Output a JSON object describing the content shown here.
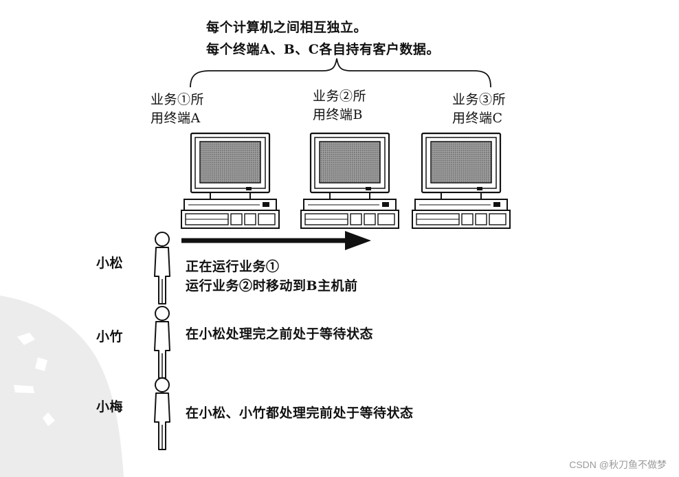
{
  "heading": {
    "line1": "每个计算机之间相互独立。",
    "line2": "每个终端A、B、C各自持有客户数据。"
  },
  "terminals": [
    {
      "line1": "业务①所",
      "line2": "用终端A"
    },
    {
      "line1": "业务②所",
      "line2": "用终端B"
    },
    {
      "line1": "业务③所",
      "line2": "用终端C"
    }
  ],
  "persons": [
    {
      "name": "小松",
      "line1": "正在运行业务①",
      "line2": "运行业务②时移动到B主机前"
    },
    {
      "name": "小竹",
      "line1": "在小松处理完之前处于等待状态"
    },
    {
      "name": "小梅",
      "line1": "在小松、小竹都处理完前处于等待状态"
    }
  ],
  "watermark": "CSDN @秋刀鱼不做梦"
}
